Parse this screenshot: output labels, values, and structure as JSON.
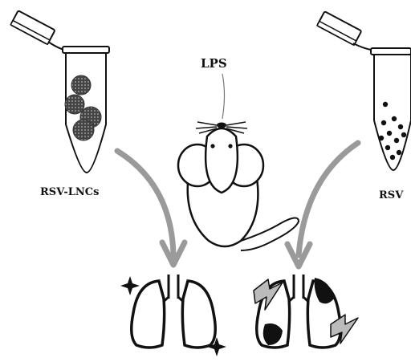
{
  "labels": {
    "left_tube": "RSV-LNCs",
    "top_mouse": "LPS",
    "right_tube": "RSV"
  },
  "colors": {
    "ink": "#111111",
    "arrow_gray": "#9a9a9a",
    "particle": "#555555",
    "lesion": "#111111"
  },
  "icons": [
    "tube-icon",
    "nanoparticle-icon",
    "mouse-icon",
    "arrow-icon",
    "healthy-lung-icon",
    "damaged-lung-icon",
    "sparkle-icon",
    "lightning-icon"
  ]
}
